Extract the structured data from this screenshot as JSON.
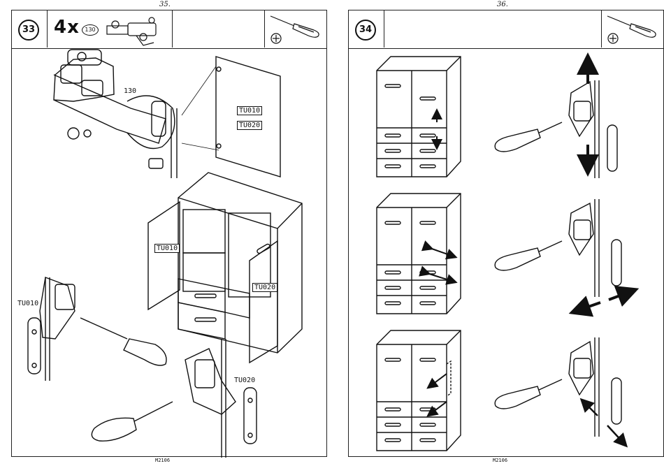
{
  "left_page": {
    "page_number": "35.",
    "step_number": "33",
    "quantity": "4x",
    "part_ref": "130",
    "labels": {
      "hinge_part": "130",
      "door_a": "TU010",
      "door_b": "TU020"
    },
    "footer": "M2106"
  },
  "right_page": {
    "page_number": "36.",
    "step_number": "34",
    "footer": "M2106"
  },
  "icons": [
    "screwdriver-icon",
    "phillips-screw-icon"
  ]
}
